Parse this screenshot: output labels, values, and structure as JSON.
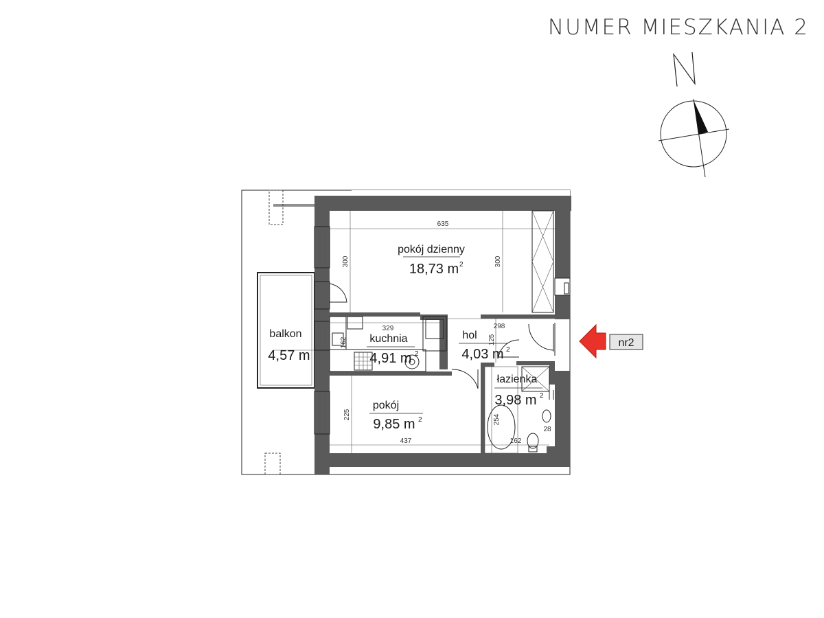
{
  "title": "NUMER MIESZKANIA 2",
  "compass": {
    "north_label": "N"
  },
  "entrance": {
    "label": "nr2",
    "arrow_color": "#e8322a"
  },
  "rooms": {
    "pokoj_dzienny": {
      "name": "pokój dzienny",
      "area": "18,73 m",
      "unit_sup": "2"
    },
    "kuchnia": {
      "name": "kuchnia",
      "area": "4,91 m",
      "unit_sup": "2"
    },
    "hol": {
      "name": "hol",
      "area": "4,03 m",
      "unit_sup": "2"
    },
    "lazienka": {
      "name": "łazienka",
      "area": "3,98 m",
      "unit_sup": "2"
    },
    "pokoj": {
      "name": "pokój",
      "area": "9,85 m",
      "unit_sup": "2"
    },
    "balkon": {
      "name": "balkon",
      "area": "4,57 m"
    }
  },
  "dimensions": {
    "living_width": "635",
    "living_depth_left": "300",
    "living_depth_right": "300",
    "kitchen_width": "329",
    "kitchen_depth": "162",
    "hall_width": "298",
    "hall_depth": "125",
    "room_depth": "225",
    "room_width": "437",
    "bath_depth": "254",
    "bath_width": "162",
    "bath_small": "28"
  },
  "colors": {
    "wall": "#5a5a5a",
    "line": "#222222",
    "entrance_arrow": "#e8322a"
  }
}
